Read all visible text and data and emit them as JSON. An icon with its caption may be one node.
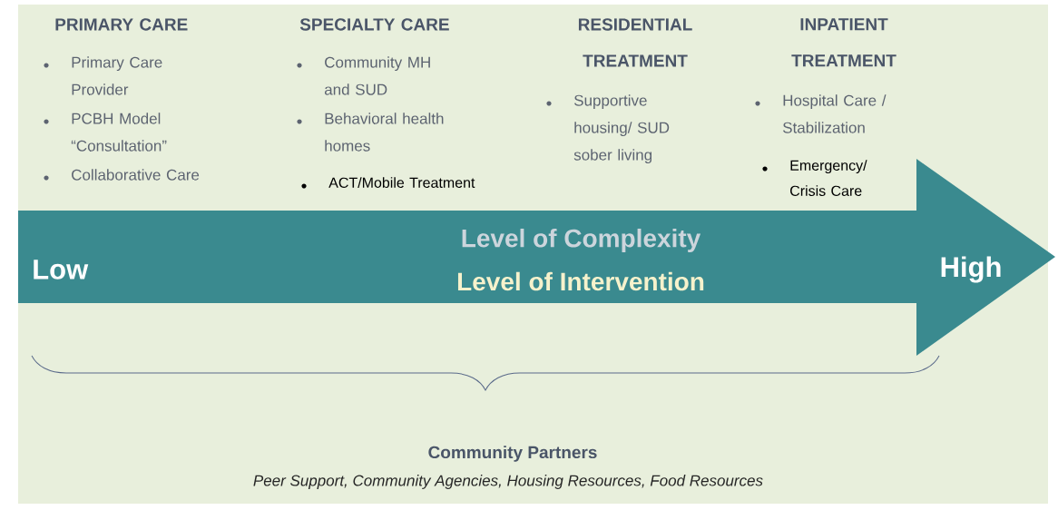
{
  "diagram": {
    "nodes": [
      {
        "text": [
          "Low",
          "Level of Complexity",
          "Level of Intervention",
          "High"
        ]
      }
    ],
    "labels": [
      "PRIMARY CARE",
      "Primary Care Provider",
      "PCBH Model “Consultation”",
      "Collaborative Care",
      "SPECIALTY CARE",
      "Community MH and SUD",
      "Behavioral health homes",
      "ACT/Mobile Treatment",
      "RESIDENTIAL TREATMENT",
      "Supportive housing/ SUD sober living",
      "INPATIENT TREATMENT",
      "Hospital Care / Stabilization",
      "Emergency/ Crisis Care",
      "Community Partners",
      "Peer Support, Community Agencies, Housing Resources, Food Resources"
    ]
  }
}
